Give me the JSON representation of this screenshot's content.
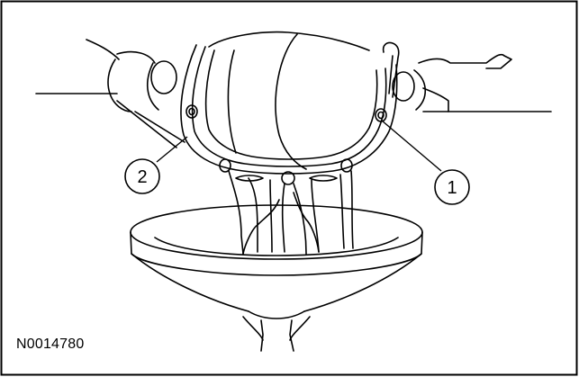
{
  "figure": {
    "id_text": "N0014780",
    "callouts": [
      {
        "number": "1",
        "target": "drain-plug-hole"
      },
      {
        "number": "2",
        "target": "differential-cover-gasket-flange"
      }
    ]
  },
  "colors": {
    "line": "#000000",
    "background": "#ffffff",
    "frame": "#000000"
  }
}
